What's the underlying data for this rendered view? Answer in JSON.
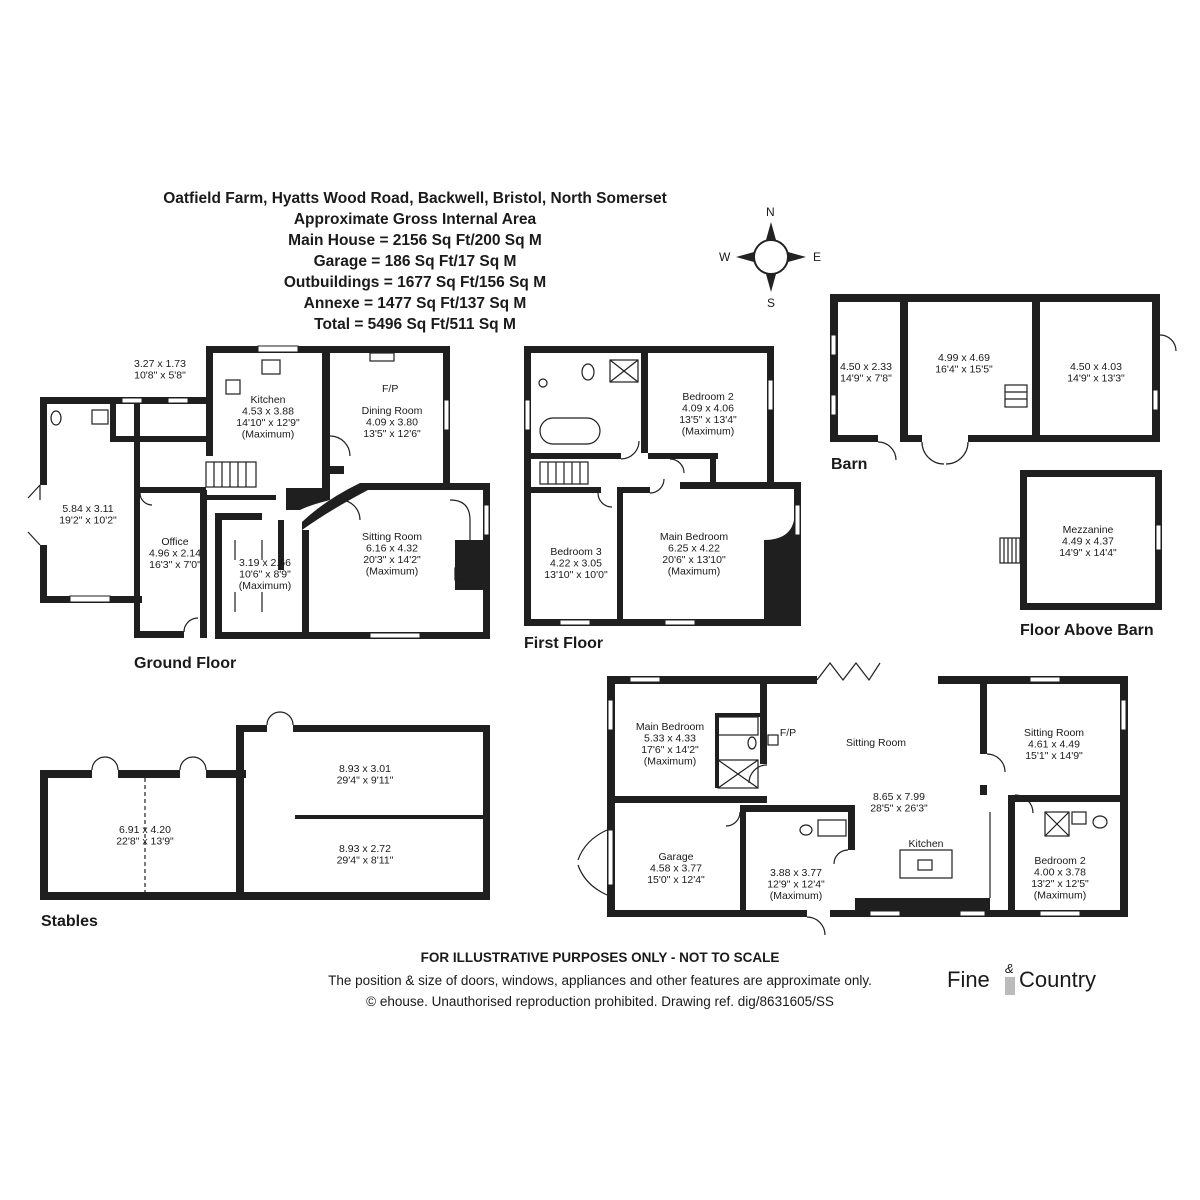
{
  "header": {
    "address": "Oatfield Farm, Hyatts Wood Road, Backwell, Bristol, North Somerset",
    "subtitle": "Approximate Gross Internal Area",
    "areas": [
      "Main House = 2156 Sq Ft/200 Sq M",
      "Garage = 186 Sq Ft/17 Sq M",
      "Outbuildings = 1677 Sq Ft/156 Sq M",
      "Annexe = 1477 Sq Ft/137 Sq M",
      "Total = 5496 Sq Ft/511 Sq M"
    ]
  },
  "compass": {
    "n": "N",
    "s": "S",
    "e": "E",
    "w": "W"
  },
  "floors": {
    "ground": "Ground Floor",
    "first": "First Floor",
    "barn": "Barn",
    "above_barn": "Floor Above Barn",
    "stables": "Stables"
  },
  "rooms": {
    "utility": {
      "lines": [
        "3.27 x 1.73",
        "10'8\" x 5'8\""
      ]
    },
    "kitchen": {
      "lines": [
        "Kitchen",
        "4.53 x 3.88",
        "14'10\" x 12'9\"",
        "(Maximum)"
      ]
    },
    "dining": {
      "fp": "F/P",
      "lines": [
        "Dining Room",
        "4.09 x 3.80",
        "13'5\" x 12'6\""
      ]
    },
    "gf_left": {
      "lines": [
        "5.84 x 3.11",
        "19'2\" x 10'2\""
      ]
    },
    "office": {
      "lines": [
        "Office",
        "4.96 x 2.14",
        "16'3\" x 7'0\""
      ]
    },
    "gf_small": {
      "lines": [
        "3.19 x 2.66",
        "10'6\" x 8'9\"",
        "(Maximum)"
      ]
    },
    "gf_sitting": {
      "lines": [
        "Sitting Room",
        "6.16 x 4.32",
        "20'3\" x 14'2\"",
        "(Maximum)"
      ]
    },
    "bedroom2": {
      "lines": [
        "Bedroom 2",
        "4.09 x 4.06",
        "13'5\" x 13'4\"",
        "(Maximum)"
      ]
    },
    "bedroom3": {
      "lines": [
        "Bedroom 3",
        "4.22 x 3.05",
        "13'10\" x 10'0\""
      ]
    },
    "main_bedroom": {
      "lines": [
        "Main Bedroom",
        "6.25 x 4.22",
        "20'6\" x 13'10\"",
        "(Maximum)"
      ]
    },
    "barn1": {
      "lines": [
        "4.50 x 2.33",
        "14'9\" x 7'8\""
      ]
    },
    "barn2": {
      "lines": [
        "4.99 x 4.69",
        "16'4\" x 15'5\""
      ]
    },
    "barn3": {
      "lines": [
        "4.50 x 4.03",
        "14'9\" x 13'3\""
      ]
    },
    "mezzanine": {
      "lines": [
        "Mezzanine",
        "4.49 x 4.37",
        "14'9\" x 14'4\""
      ]
    },
    "stable1": {
      "lines": [
        "6.91 x 4.20",
        "22'8\" x 13'9\""
      ]
    },
    "stable2": {
      "lines": [
        "8.93 x 3.01",
        "29'4\" x 9'11\""
      ]
    },
    "stable3": {
      "lines": [
        "8.93 x 2.72",
        "29'4\" x 8'11\""
      ]
    },
    "annexe_main_bedroom": {
      "lines": [
        "Main Bedroom",
        "5.33 x 4.33",
        "17'6\" x 14'2\"",
        "(Maximum)"
      ]
    },
    "annexe_fp": {
      "lines": [
        "F/P"
      ]
    },
    "annexe_sitting_label": {
      "lines": [
        "Sitting Room"
      ]
    },
    "annexe_sitting_dims": {
      "lines": [
        "8.65 x 7.99",
        "28'5\" x 26'3\""
      ]
    },
    "annexe_kitchen": {
      "lines": [
        "Kitchen"
      ]
    },
    "annexe_sitting2": {
      "lines": [
        "Sitting Room",
        "4.61 x 4.49",
        "15'1\" x 14'9\""
      ]
    },
    "garage": {
      "lines": [
        "Garage",
        "4.58 x 3.77",
        "15'0\" x 12'4\""
      ]
    },
    "annexe_utility": {
      "lines": [
        "3.88 x 3.77",
        "12'9\" x 12'4\"",
        "(Maximum)"
      ]
    },
    "annexe_bedroom2": {
      "lines": [
        "Bedroom 2",
        "4.00 x 3.78",
        "13'2\" x 12'5\"",
        "(Maximum)"
      ]
    }
  },
  "footer": {
    "line1": "FOR ILLUSTRATIVE PURPOSES ONLY - NOT TO SCALE",
    "line2": "The position & size of doors, windows, appliances and other features are approximate only.",
    "line3": "© ehouse. Unauthorised reproduction prohibited. Drawing ref. dig/8631605/SS"
  },
  "logo": {
    "left": "Fine",
    "amp": "&",
    "right": "Country"
  }
}
